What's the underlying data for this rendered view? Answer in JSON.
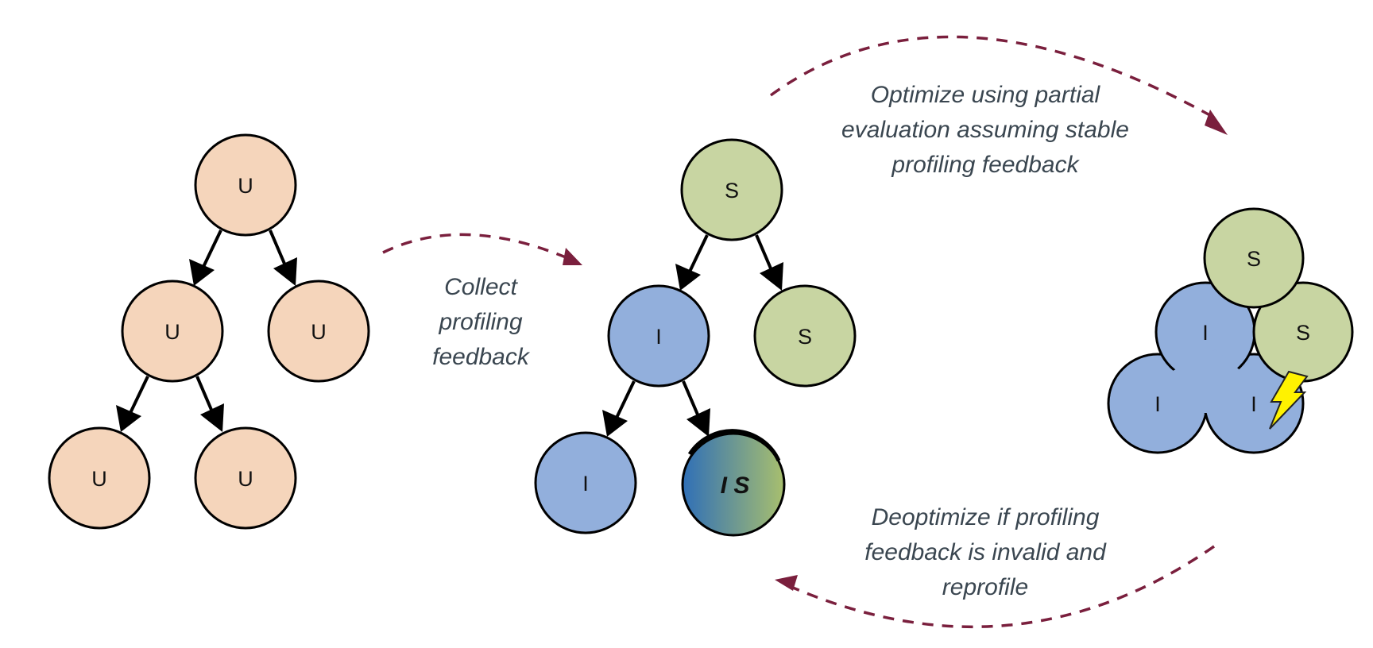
{
  "trees": {
    "unprofiled": {
      "nodes": [
        "U",
        "U",
        "U",
        "U",
        "U"
      ]
    },
    "profiled": {
      "nodes": [
        "S",
        "I",
        "S",
        "I",
        "I S"
      ]
    },
    "optimized": {
      "nodes": [
        "S",
        "I",
        "S",
        "I",
        "I"
      ]
    }
  },
  "captions": {
    "collect": [
      "Collect",
      "profiling",
      "feedback"
    ],
    "optimize": [
      "Optimize using partial",
      "evaluation assuming stable",
      "profiling feedback"
    ],
    "deoptimize": [
      "Deoptimize if profiling",
      "feedback is invalid and",
      "reprofile"
    ]
  },
  "colors": {
    "uninitialized": "#f5d5bb",
    "stable": "#c8d5a2",
    "invalid": "#92afdc",
    "gradient_start": "#2f6fb7",
    "gradient_end": "#a8bf6e",
    "cycle_arrow": "#7a1f3d",
    "tree_arrow": "#000000",
    "lightning": "#fff200"
  }
}
